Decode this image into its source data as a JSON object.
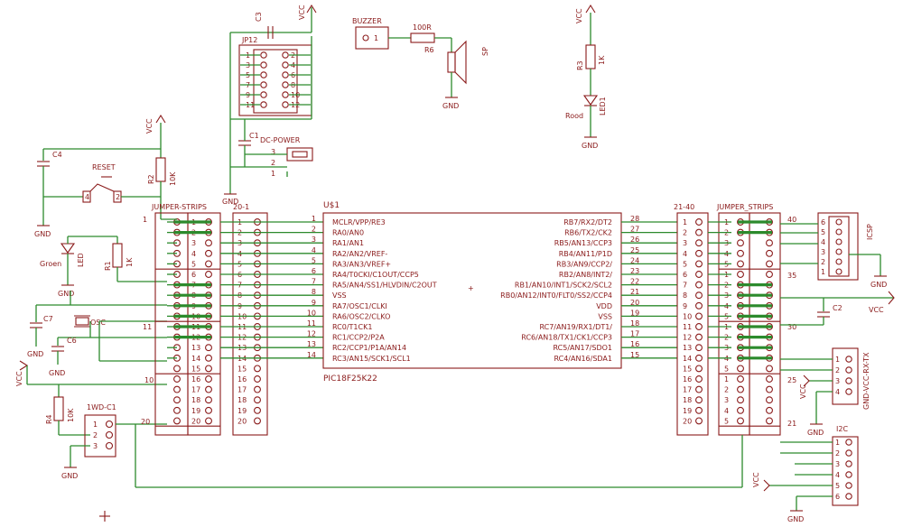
{
  "chip": {
    "name": "U$1",
    "value": "PIC18F25K22",
    "left_pins": [
      {
        "num": "1",
        "label": "MCLR/VPP/RE3"
      },
      {
        "num": "2",
        "label": "RA0/AN0"
      },
      {
        "num": "3",
        "label": "RA1/AN1"
      },
      {
        "num": "4",
        "label": "RA2/AN2/VREF-"
      },
      {
        "num": "5",
        "label": "RA3/AN3/VREF+"
      },
      {
        "num": "6",
        "label": "RA4/T0CKI/C1OUT/CCP5"
      },
      {
        "num": "7",
        "label": "RA5/AN4/SS1/HLVDIN/C2OUT"
      },
      {
        "num": "8",
        "label": "VSS"
      },
      {
        "num": "9",
        "label": "RA7/OSC1/CLKI"
      },
      {
        "num": "10",
        "label": "RA6/OSC2/CLKO"
      },
      {
        "num": "11",
        "label": "RC0/T1CK1"
      },
      {
        "num": "12",
        "label": "RC1/CCP2/P2A"
      },
      {
        "num": "13",
        "label": "RC2/CCP1/P1A/AN14"
      },
      {
        "num": "14",
        "label": "RC3/AN15/SCK1/SCL1"
      }
    ],
    "right_pins": [
      {
        "num": "28",
        "label": "RB7/RX2/DT2"
      },
      {
        "num": "27",
        "label": "RB6/TX2/CK2"
      },
      {
        "num": "26",
        "label": "RB5/AN13/CCP3"
      },
      {
        "num": "25",
        "label": "RB4/AN11/P1D"
      },
      {
        "num": "24",
        "label": "RB3/AN9/CCP2/"
      },
      {
        "num": "23",
        "label": "RB2/AN8/INT2/"
      },
      {
        "num": "22",
        "label": "RB1/AN10/INT1/SCK2/SCL2"
      },
      {
        "num": "21",
        "label": "RB0/AN12/INT0/FLT0/SS2/CCP4"
      },
      {
        "num": "20",
        "label": "VDD"
      },
      {
        "num": "19",
        "label": "VSS"
      },
      {
        "num": "18",
        "label": "RC7/AN19/RX1/DT1/"
      },
      {
        "num": "17",
        "label": "RC6/AN18/TX1/CK1/CCP3"
      },
      {
        "num": "16",
        "label": "RC5/AN17/SDO1"
      },
      {
        "num": "15",
        "label": "RC4/AN16/SDA1"
      }
    ]
  },
  "headers": {
    "left_name": "JUMPER-STRIPS",
    "left_sip": "20-1",
    "right_sip": "21-40",
    "right_name": "JUMPER_STRIPS",
    "numbers_1_20": [
      "1",
      "2",
      "3",
      "4",
      "5",
      "6",
      "7",
      "8",
      "9",
      "10",
      "11",
      "12",
      "13",
      "14",
      "15",
      "16",
      "17",
      "18",
      "19",
      "20"
    ],
    "marks_left": [
      "1",
      "11",
      "10",
      "20"
    ],
    "marks_right": [
      "40",
      "35",
      "30",
      "25",
      "21"
    ]
  },
  "jp12": {
    "name": "JP12",
    "left_pins": [
      "1",
      "3",
      "5",
      "7",
      "9",
      "11"
    ],
    "right_pins": [
      "2",
      "4",
      "6",
      "8",
      "10",
      "12"
    ]
  },
  "parts": {
    "c3": "C3",
    "c1": "C1",
    "dc_power": "DC-POWER",
    "dc_pins": [
      "3",
      "2",
      "1"
    ],
    "buzzer": "BUZZER",
    "buzzer_pin": "1",
    "r6_value": "100R",
    "r6_name": "R6",
    "sp": "SP",
    "r3": "R3",
    "r3_value": "1K",
    "led1": "LED1",
    "rood": "Rood",
    "c4": "C4",
    "reset": "RESET",
    "reset_pins": [
      "4",
      "2"
    ],
    "r2": "R2",
    "r2_value": "10K",
    "led_left": "LED",
    "groen": "Groen",
    "r1": "R1",
    "r1_value": "1K",
    "c7": "C7",
    "osc": "OSC",
    "c6": "C6",
    "r4": "R4",
    "r4_value": "10K",
    "owc": "1WD-C1",
    "owc_pins": [
      "1",
      "2",
      "3"
    ],
    "icsp": "ICSP",
    "icsp_pins": [
      "6",
      "5",
      "4",
      "3",
      "2",
      "1"
    ],
    "c2": "C2",
    "serial": "GND-VCC-RX-TX",
    "serial_pins": [
      "1",
      "2",
      "3",
      "4"
    ],
    "i2c": "I2C",
    "i2c_pins": [
      "1",
      "2",
      "3",
      "4",
      "5",
      "6"
    ]
  },
  "nets": {
    "vcc": "VCC",
    "gnd": "GND"
  }
}
